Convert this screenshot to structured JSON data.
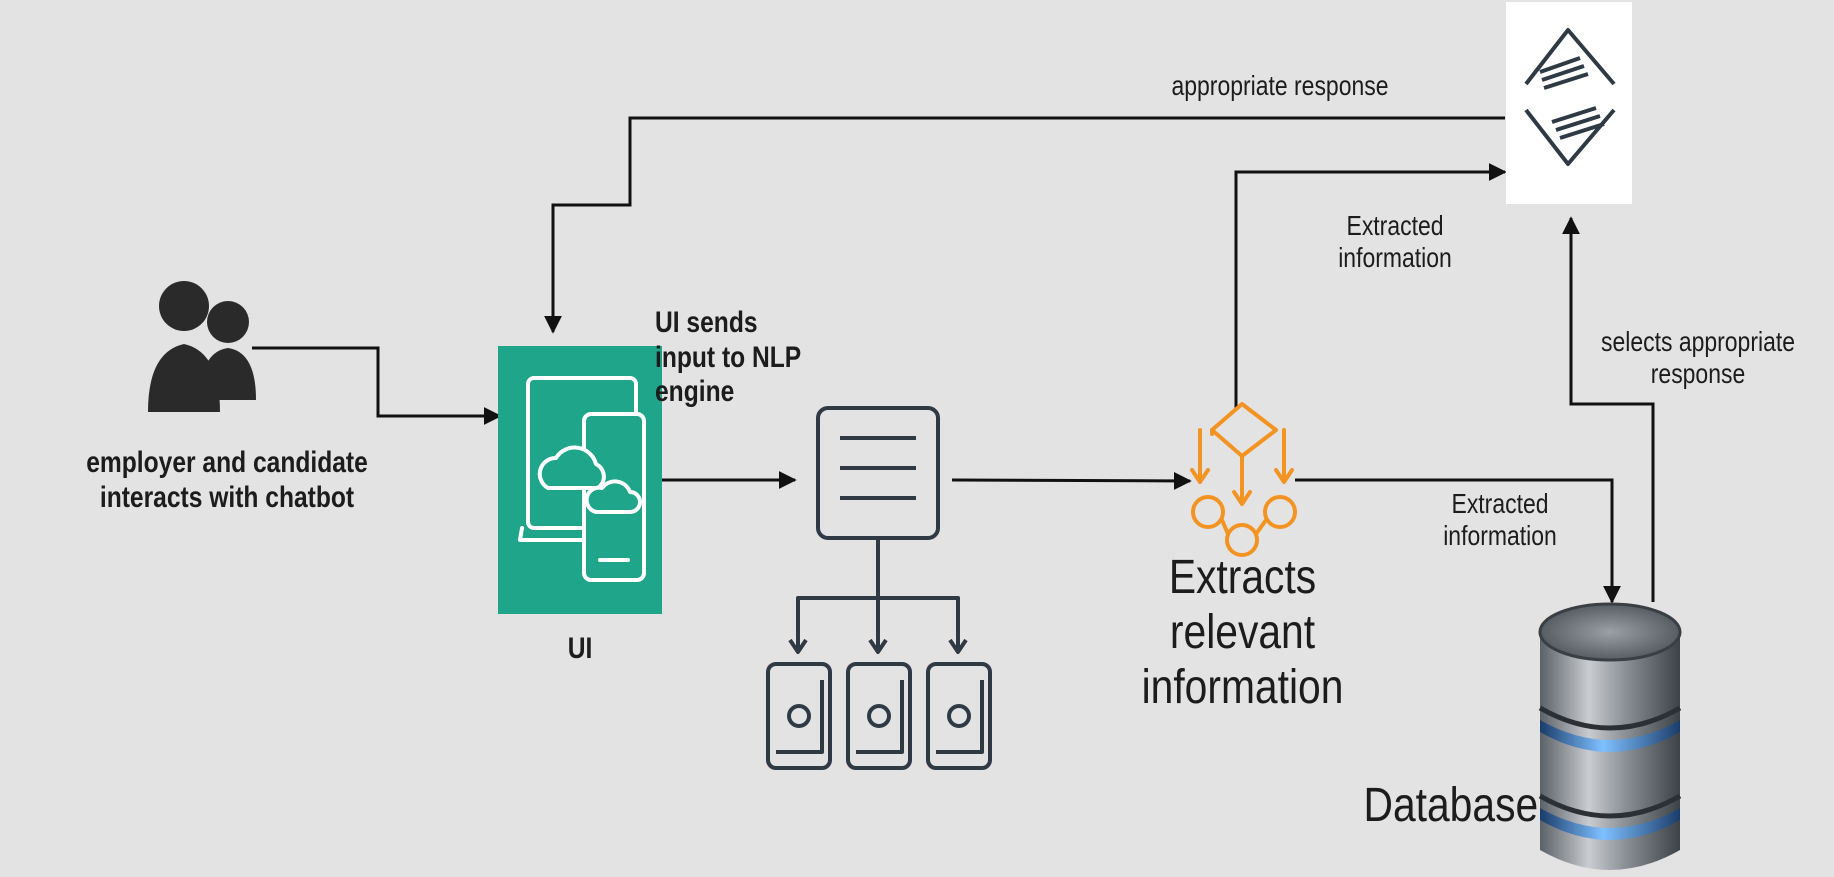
{
  "labels": {
    "users": "employer and candidate interacts with chatbot",
    "ui": "UI",
    "ui_sends": "UI sends input to NLP engine",
    "extracts": "Extracts  relevant information",
    "appropriate_response": "appropriate response",
    "extracted_top": "Extracted information",
    "extracted_bottom": "Extracted information",
    "selects_response": "selects appropriate response",
    "database": "Database"
  },
  "colors": {
    "background": "#e3e3e3",
    "ui_box": "#1fa58a",
    "extract_icon": "#f39322",
    "nlp_icon": "#2f3a44",
    "connector": "#111111"
  },
  "icons": {
    "users": "users-icon",
    "ui": "cloud-devices-icon",
    "nlp": "nlp-engine-icon",
    "extract": "extract-cube-icon",
    "response": "response-selector-icon",
    "database": "database-icon"
  }
}
